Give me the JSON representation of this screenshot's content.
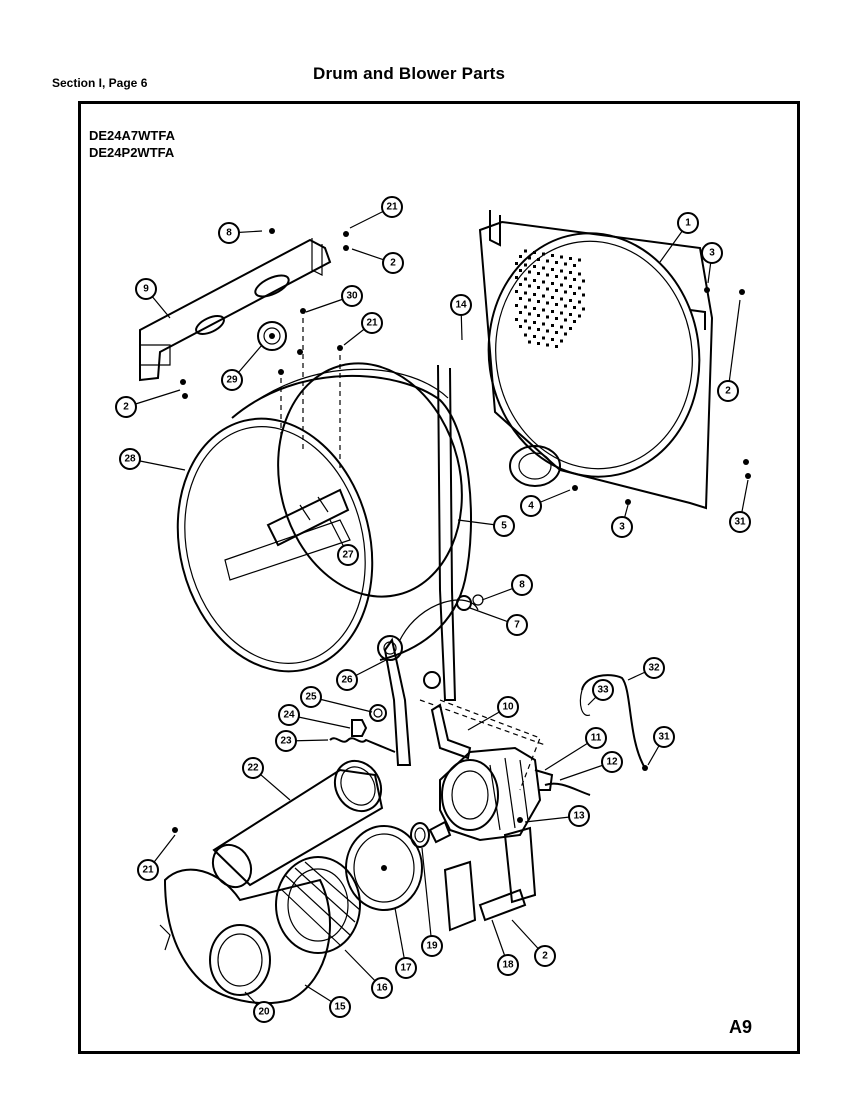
{
  "header": {
    "section_label": "Section I, Page 6",
    "title": "Drum and Blower Parts"
  },
  "models": [
    "DE24A7WTFA",
    "DE24P2WTFA"
  ],
  "page_code": "A9",
  "callouts": [
    {
      "id": "c-8a",
      "label": "8"
    },
    {
      "id": "c-21a",
      "label": "21"
    },
    {
      "id": "c-2a",
      "label": "2"
    },
    {
      "id": "c-9",
      "label": "9"
    },
    {
      "id": "c-30",
      "label": "30"
    },
    {
      "id": "c-21b",
      "label": "21"
    },
    {
      "id": "c-29",
      "label": "29"
    },
    {
      "id": "c-2b",
      "label": "2"
    },
    {
      "id": "c-14",
      "label": "14"
    },
    {
      "id": "c-1",
      "label": "1"
    },
    {
      "id": "c-3a",
      "label": "3"
    },
    {
      "id": "c-2c",
      "label": "2"
    },
    {
      "id": "c-31a",
      "label": "31"
    },
    {
      "id": "c-3b",
      "label": "3"
    },
    {
      "id": "c-4",
      "label": "4"
    },
    {
      "id": "c-28",
      "label": "28"
    },
    {
      "id": "c-27",
      "label": "27"
    },
    {
      "id": "c-5",
      "label": "5"
    },
    {
      "id": "c-8b",
      "label": "8"
    },
    {
      "id": "c-7",
      "label": "7"
    },
    {
      "id": "c-26",
      "label": "26"
    },
    {
      "id": "c-25",
      "label": "25"
    },
    {
      "id": "c-24",
      "label": "24"
    },
    {
      "id": "c-23",
      "label": "23"
    },
    {
      "id": "c-10",
      "label": "10"
    },
    {
      "id": "c-32",
      "label": "32"
    },
    {
      "id": "c-33",
      "label": "33"
    },
    {
      "id": "c-31b",
      "label": "31"
    },
    {
      "id": "c-11",
      "label": "11"
    },
    {
      "id": "c-12",
      "label": "12"
    },
    {
      "id": "c-22",
      "label": "22"
    },
    {
      "id": "c-13",
      "label": "13"
    },
    {
      "id": "c-21c",
      "label": "21"
    },
    {
      "id": "c-15",
      "label": "15"
    },
    {
      "id": "c-17",
      "label": "17"
    },
    {
      "id": "c-16",
      "label": "16"
    },
    {
      "id": "c-19",
      "label": "19"
    },
    {
      "id": "c-20",
      "label": "20"
    },
    {
      "id": "c-18",
      "label": "18"
    },
    {
      "id": "c-2d",
      "label": "2"
    }
  ]
}
